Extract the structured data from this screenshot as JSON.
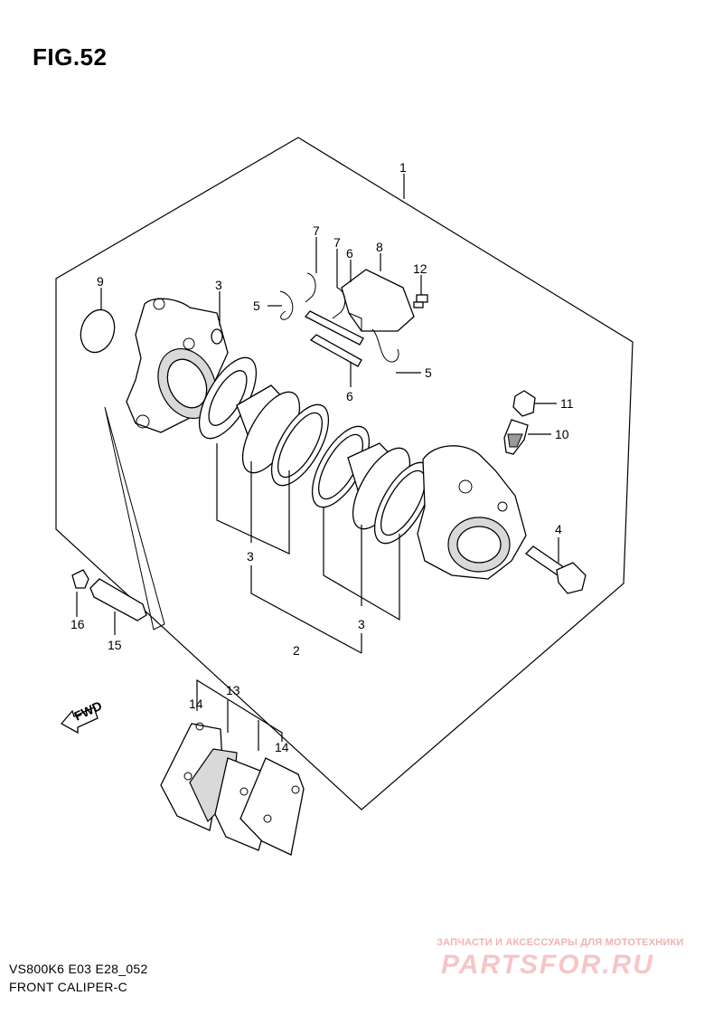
{
  "figure": {
    "title": "FIG.52"
  },
  "callouts": {
    "c1": "1",
    "c2": "2",
    "c3a": "3",
    "c3b": "3",
    "c3c": "3",
    "c4": "4",
    "c5a": "5",
    "c5b": "5",
    "c6a": "6",
    "c6b": "6",
    "c7a": "7",
    "c7b": "7",
    "c8": "8",
    "c9": "9",
    "c10": "10",
    "c11": "11",
    "c12": "12",
    "c13": "13",
    "c14a": "14",
    "c14b": "14",
    "c15": "15",
    "c16": "16"
  },
  "direction_label": "FWD",
  "footer": {
    "code": "VS800K6 E03 E28_052",
    "name": "FRONT CALIPER-C"
  },
  "watermark": {
    "tagline": "ЗАПЧАСТИ И АКСЕССУАРЫ ДЛЯ МОТОТЕХНИКИ",
    "logo": "PARTSFOR.RU"
  },
  "colors": {
    "line": "#000000",
    "background": "#ffffff",
    "watermark": "#f2b2b2"
  }
}
